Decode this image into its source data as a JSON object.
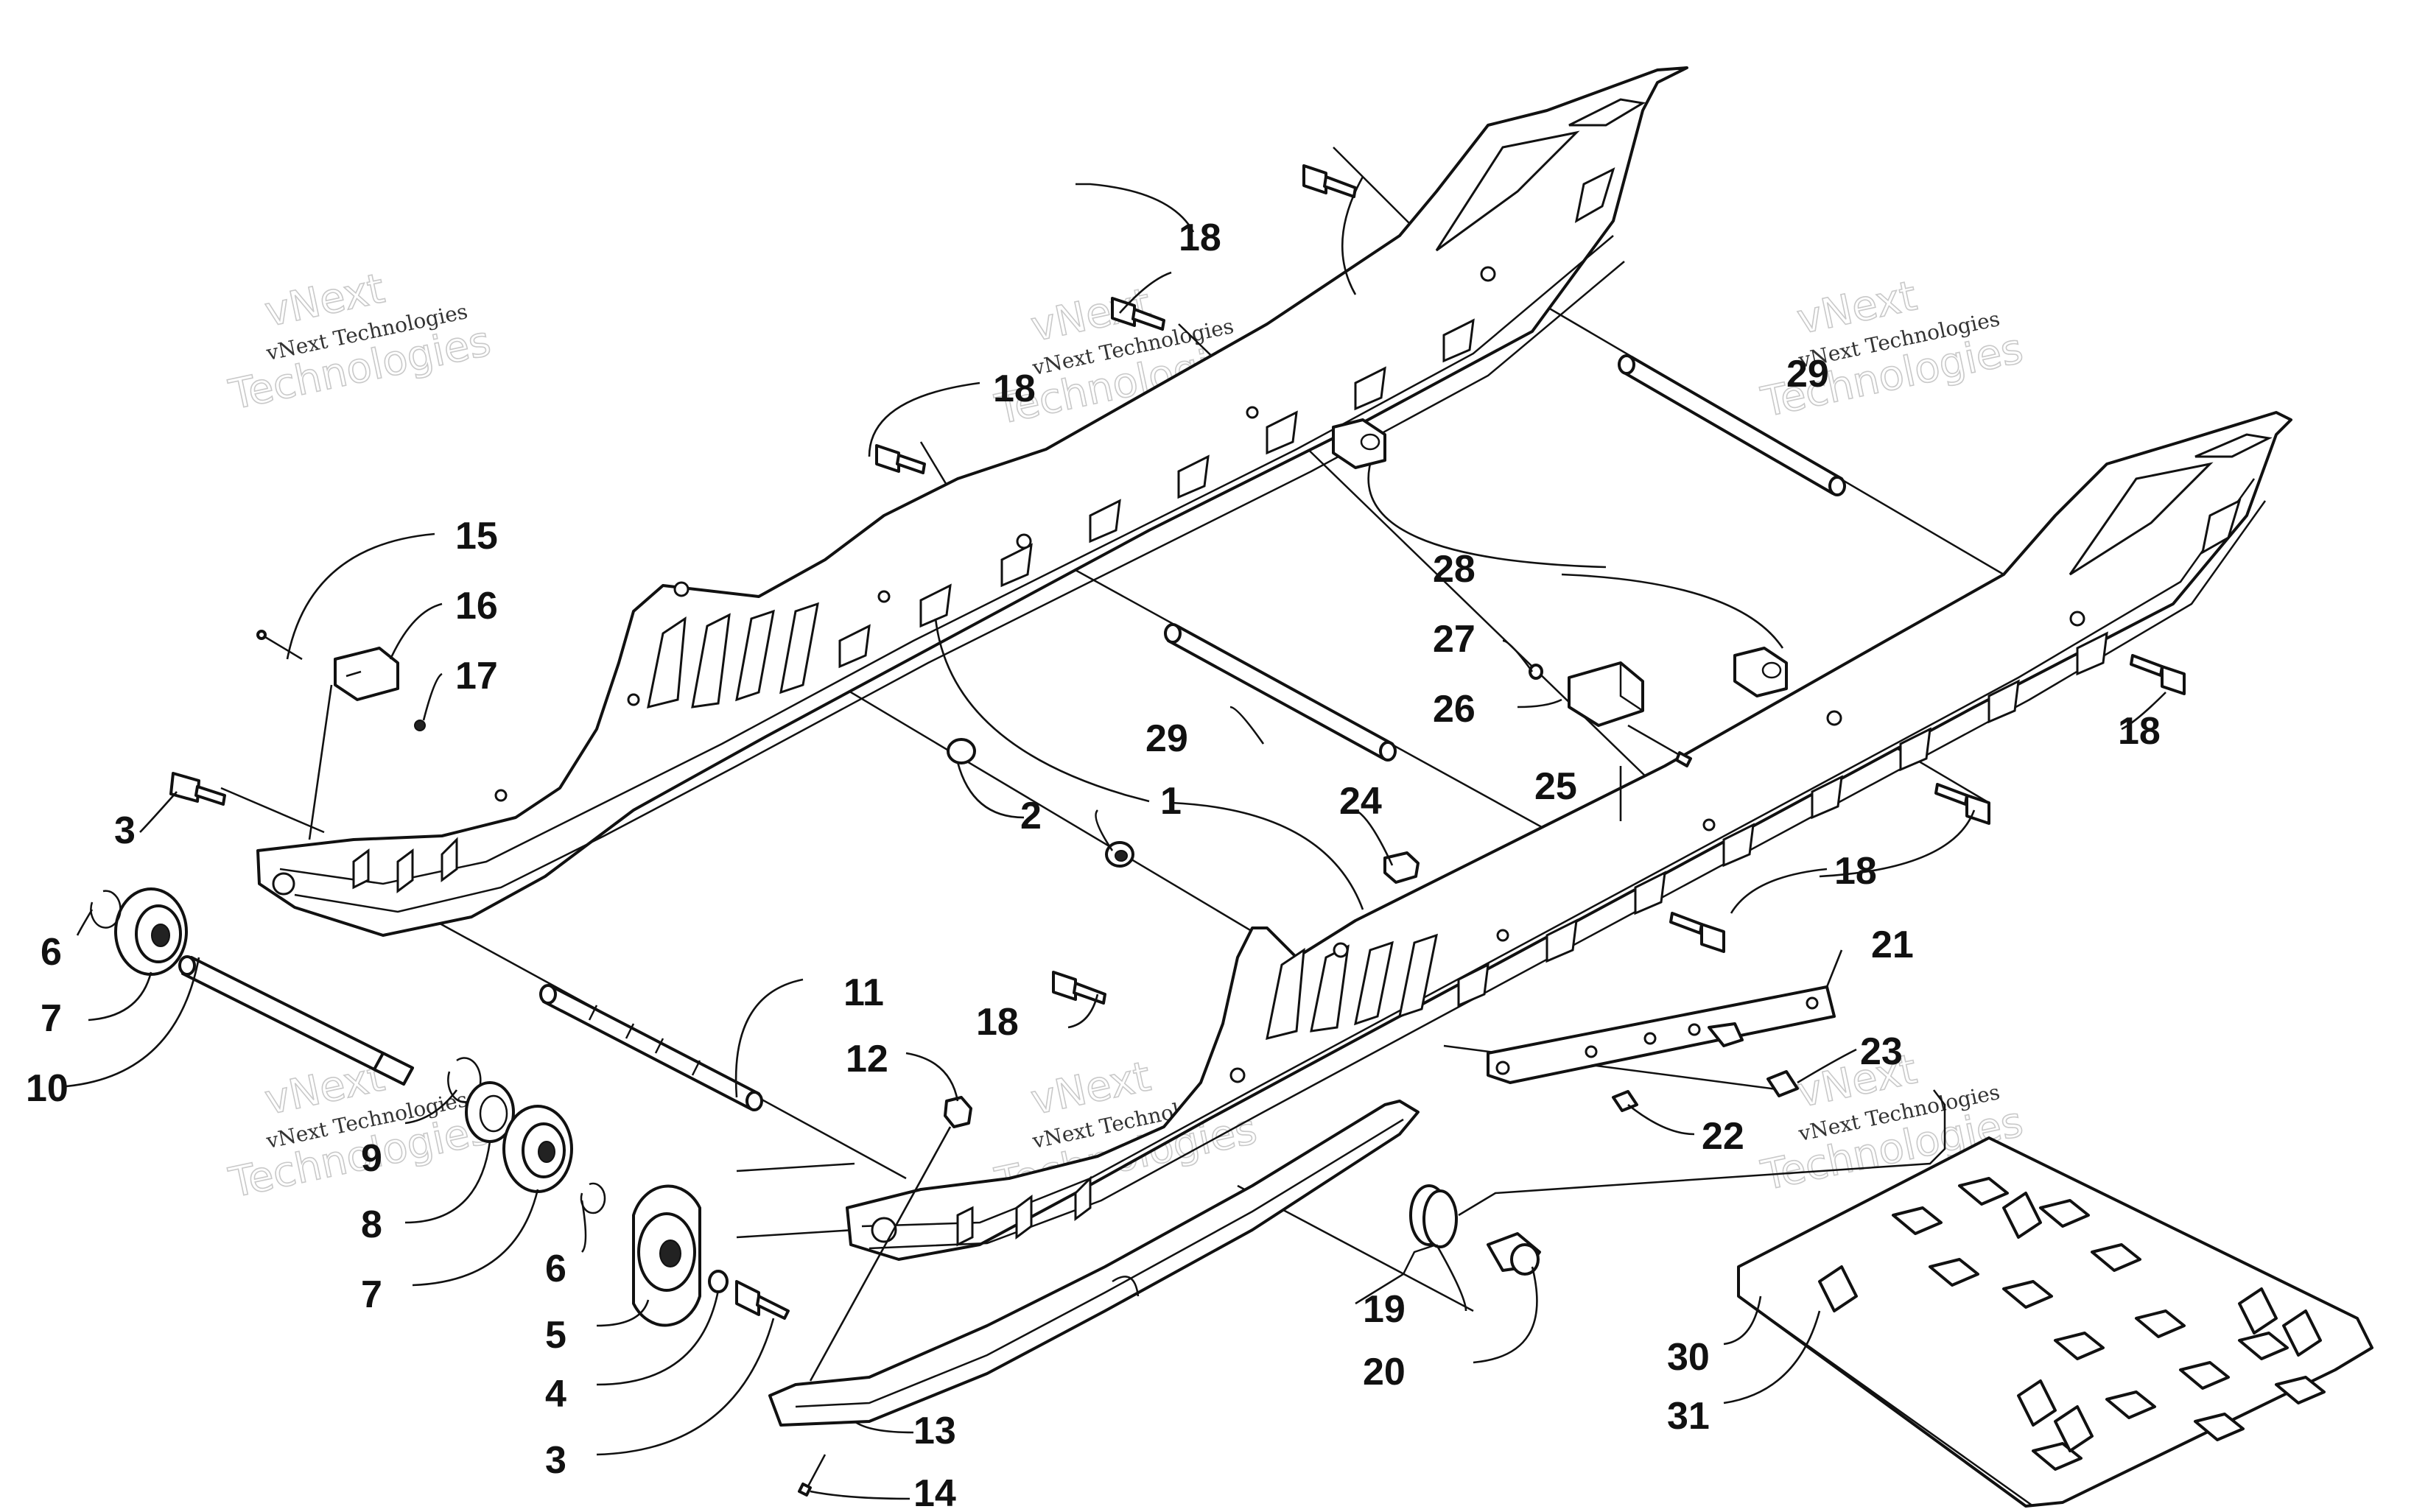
{
  "callouts": [
    {
      "id": "c1",
      "label": "1"
    },
    {
      "id": "c2",
      "label": "2"
    },
    {
      "id": "c3a",
      "label": "3"
    },
    {
      "id": "c3b",
      "label": "3"
    },
    {
      "id": "c4",
      "label": "4"
    },
    {
      "id": "c5",
      "label": "5"
    },
    {
      "id": "c6a",
      "label": "6"
    },
    {
      "id": "c6b",
      "label": "6"
    },
    {
      "id": "c7a",
      "label": "7"
    },
    {
      "id": "c7b",
      "label": "7"
    },
    {
      "id": "c8",
      "label": "8"
    },
    {
      "id": "c9",
      "label": "9"
    },
    {
      "id": "c10",
      "label": "10"
    },
    {
      "id": "c11",
      "label": "11"
    },
    {
      "id": "c12",
      "label": "12"
    },
    {
      "id": "c13",
      "label": "13"
    },
    {
      "id": "c14",
      "label": "14"
    },
    {
      "id": "c15",
      "label": "15"
    },
    {
      "id": "c16",
      "label": "16"
    },
    {
      "id": "c17",
      "label": "17"
    },
    {
      "id": "c18a",
      "label": "18"
    },
    {
      "id": "c18b",
      "label": "18"
    },
    {
      "id": "c18c",
      "label": "18"
    },
    {
      "id": "c18d",
      "label": "18"
    },
    {
      "id": "c18e",
      "label": "18"
    },
    {
      "id": "c19",
      "label": "19"
    },
    {
      "id": "c20",
      "label": "20"
    },
    {
      "id": "c21",
      "label": "21"
    },
    {
      "id": "c22",
      "label": "22"
    },
    {
      "id": "c23",
      "label": "23"
    },
    {
      "id": "c24",
      "label": "24"
    },
    {
      "id": "c25",
      "label": "25"
    },
    {
      "id": "c26",
      "label": "26"
    },
    {
      "id": "c27",
      "label": "27"
    },
    {
      "id": "c28",
      "label": "28"
    },
    {
      "id": "c29a",
      "label": "29"
    },
    {
      "id": "c29b",
      "label": "29"
    },
    {
      "id": "c30",
      "label": "30"
    },
    {
      "id": "c31",
      "label": "31"
    }
  ],
  "watermark": {
    "line1": "vNext",
    "line2": "vNext Technologies",
    "line3": "Technologies"
  },
  "colors": {
    "ink": "#111111",
    "watermark": "#c9c9c9",
    "background": "#ffffff"
  }
}
